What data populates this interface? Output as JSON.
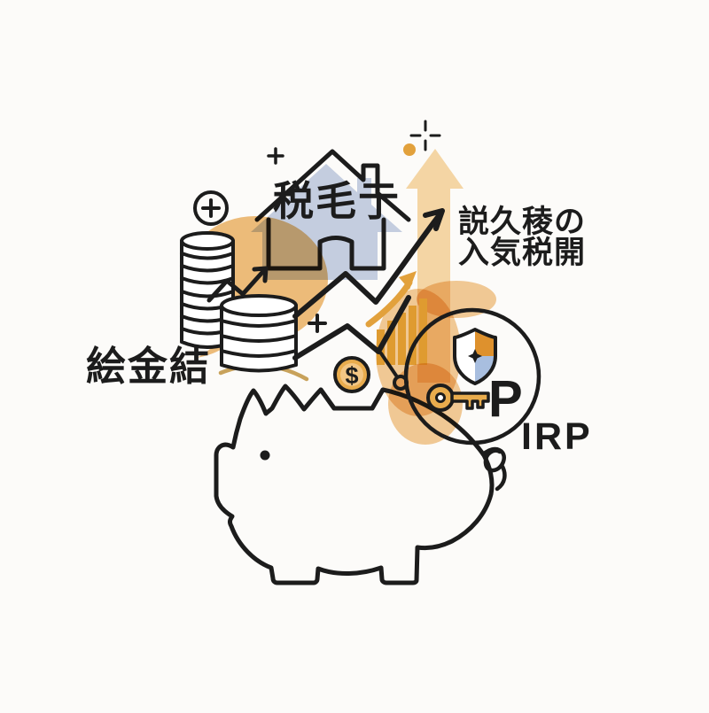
{
  "labels": {
    "house_roof": "税毛亍",
    "headline_line1": "説久稜の",
    "headline_line2": "入気税開",
    "deposit": "絵金結",
    "account_name": "IRP",
    "pension_letter": "P",
    "currency_symbol": "$"
  },
  "icons": {
    "piggy-bank-icon": "svg-outline-shape",
    "coin-stack-tall-icon": "svg-outline-shape",
    "coin-stack-short-icon": "svg-outline-shape",
    "coin-icon": "svg-circle-dollar",
    "house-icon": "svg-outline-shape",
    "shield-icon": "svg-quadrant-shield",
    "key-icon": "svg-orange-key",
    "growth-curve-arrow-icon": "svg-black-arrow",
    "trend-zigzag-arrow-icon": "svg-black-zigzag",
    "coins-zigzag-arrow-icon": "svg-black-zigzag",
    "bar-chart-icon": "svg-orange-bars",
    "up-arrow-icon": "svg-light-orange-arrow",
    "small-curved-arrow-icon": "svg-orange-arrow",
    "plus-circle-icon": "svg-plus-in-circle",
    "plus-icon": "svg-plus",
    "sparkle-icon": "svg-crosshair-sparkle",
    "dot-icon": "svg-orange-dot",
    "swoosh-icon": "svg-tan-arc",
    "tail-icon": "svg-curl",
    "eye-icon": "svg-black-dot"
  },
  "colors": {
    "background": "#FCFBF9",
    "outline": "#1C1C1C",
    "blob_orange": "#EFBE7C",
    "blob_orange_light": "#F3CB98",
    "arrow_light_orange": "#F4D5A4",
    "accent_orange": "#E2A13C",
    "bar_orange": "#DF9B30",
    "house_fill": "#C4CDDF",
    "shield_orange": "#DE912D",
    "shield_blue": "#A8BEDF",
    "swoosh_tan": "#C8A25B",
    "coin_fill": "#E9AC4D",
    "coin_inner": "#F3C684"
  }
}
